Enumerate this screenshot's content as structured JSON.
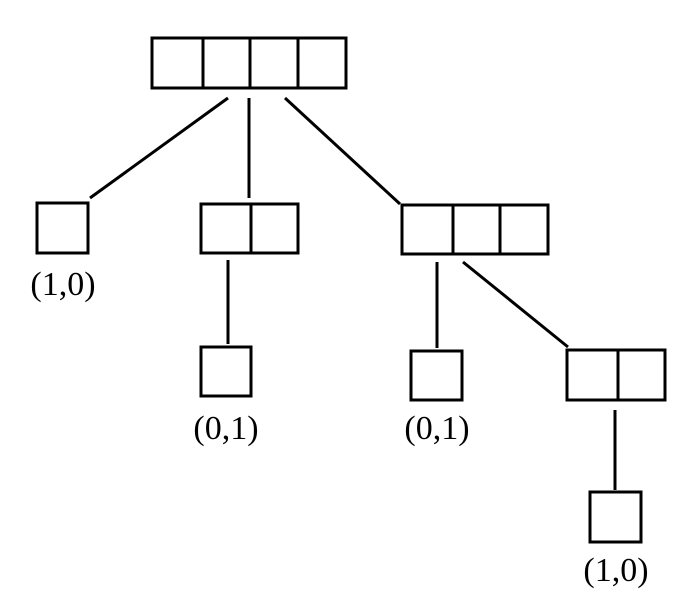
{
  "diagram": {
    "stroke_color": "#000000",
    "background_color": "#ffffff",
    "leaf_labels": {
      "leaf_1": "(1,0)",
      "leaf_2": "(0,1)",
      "leaf_3": "(0,1)",
      "leaf_4": "(1,0)"
    }
  }
}
